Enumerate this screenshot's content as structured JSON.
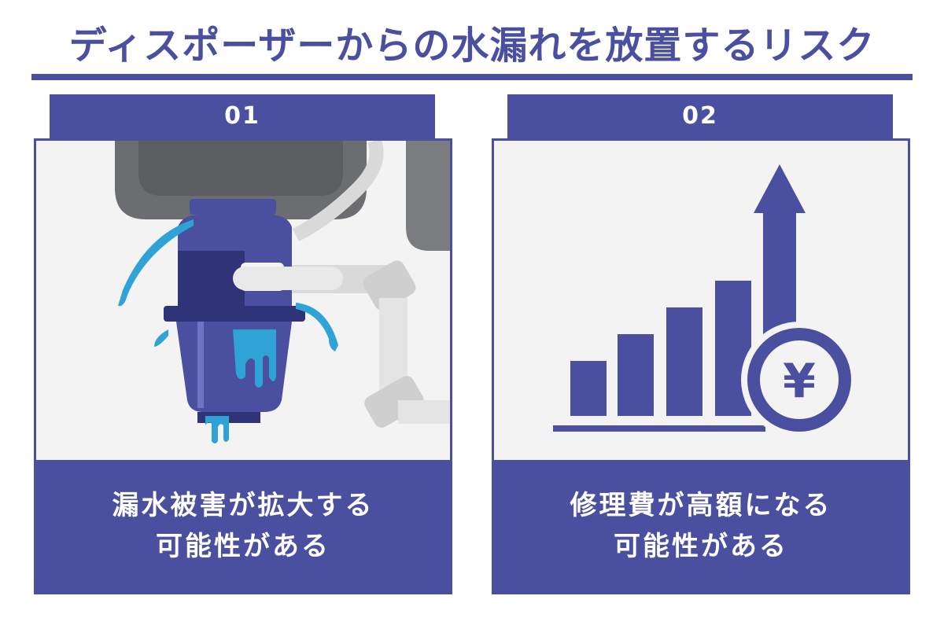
{
  "header": {
    "title": "ディスポーザーからの水漏れを放置するリスク"
  },
  "cards": [
    {
      "number": "01",
      "caption_line1": "漏水被害が拡大する",
      "caption_line2": "可能性がある",
      "illustration": "leaking-disposer"
    },
    {
      "number": "02",
      "caption_line1": "修理費が高額になる",
      "caption_line2": "可能性がある",
      "illustration": "rising-cost-chart-with-yen-coin",
      "currency_symbol": "¥"
    }
  ],
  "colors": {
    "primary": "#4a4fa0",
    "illustration_bg": "#f3f3f3",
    "water": "#2fa3d6",
    "sink_gray": "#7a7c7f",
    "pipe_light": "#d9d9d9"
  }
}
